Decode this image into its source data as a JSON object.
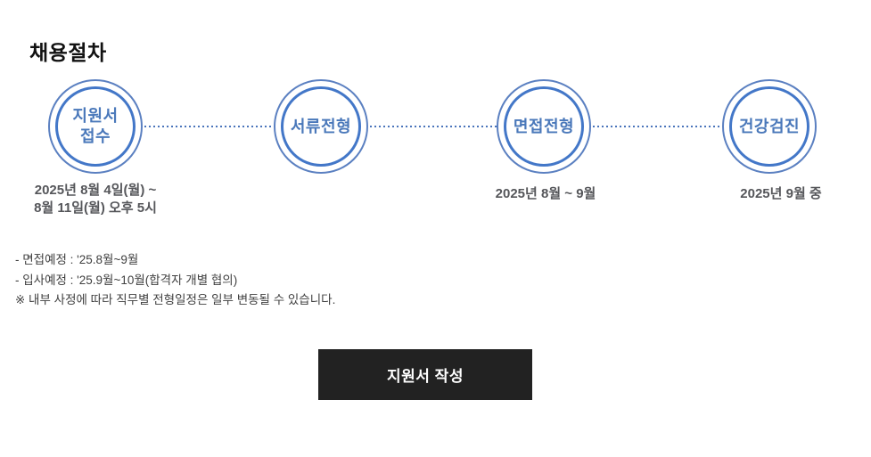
{
  "page": {
    "title": "채용절차"
  },
  "process": {
    "steps": [
      {
        "label": "지원서\n접수",
        "date": "2025년 8월 4일(월) ~\n8월 11일(월) 오후 5시"
      },
      {
        "label": "서류전형",
        "date": ""
      },
      {
        "label": "면접전형",
        "date": "2025년 8월 ~ 9월"
      },
      {
        "label": "건강검진",
        "date": "2025년 9월 중"
      }
    ]
  },
  "notes": [
    "- 면접예정 : '25.8월~9월",
    "- 입사예정 : '25.9월~10월(합격자 개별 협의)",
    "※ 내부 사정에 따라 직무별 전형일정은 일부 변동될 수 있습니다."
  ],
  "actions": {
    "apply_button_label": "지원서 작성"
  },
  "colors": {
    "circle_outer_ring": "#5b80c1",
    "circle_inner_ring": "#4377c8",
    "circle_text": "#4a78ba",
    "connector_dots": "#4a74bb",
    "date_text": "#55565a",
    "note_text": "#404040",
    "button_background": "#222222",
    "button_text": "#ffffff",
    "title_text": "#111111"
  }
}
